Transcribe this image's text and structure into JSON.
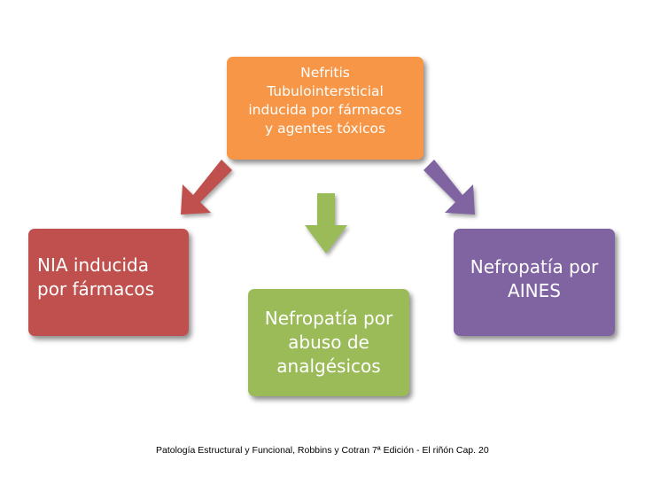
{
  "nodes": {
    "top": {
      "label": "Nefritis\nTubulointersticial\ninducida por fármacos\ny agentes tóxicos",
      "color": "#f79646"
    },
    "left": {
      "label": "NIA inducida\npor fármacos",
      "color": "#c0504d"
    },
    "center": {
      "label": "Nefropatía por\nabuso de\nanalgésicos",
      "color": "#9bbb59"
    },
    "right": {
      "label": "Nefropatía por\nAINES",
      "color": "#8064a2"
    }
  },
  "arrows": {
    "to_left": {
      "from": "top",
      "to": "left",
      "color": "#c0504d",
      "icon": "arrow-down-left-icon"
    },
    "to_center": {
      "from": "top",
      "to": "center",
      "color": "#9bbb59",
      "icon": "arrow-down-icon"
    },
    "to_right": {
      "from": "top",
      "to": "right",
      "color": "#8064a2",
      "icon": "arrow-down-right-icon"
    }
  },
  "footer": {
    "caption": "Patología Estructural y Funcional, Robbins y Cotran 7ª Edición - El riñón Cap. 20"
  }
}
